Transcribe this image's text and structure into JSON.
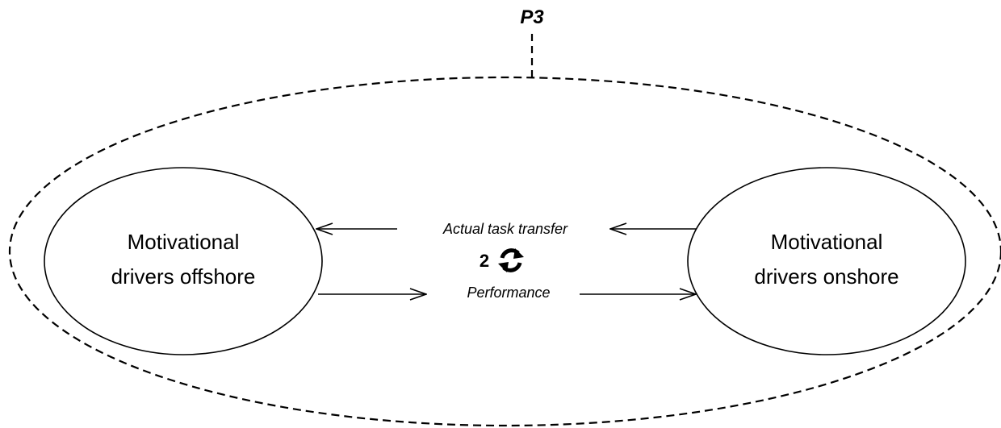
{
  "diagram": {
    "title": "P3",
    "left_node": {
      "line1": "Motivational",
      "line2": "drivers offshore"
    },
    "right_node": {
      "line1": "Motivational",
      "line2": "drivers onshore"
    },
    "edges": {
      "top": "Actual task transfer",
      "bottom": "Performance"
    },
    "cycle_number": "2",
    "icons": {
      "cycle": "refresh-cycle-icon"
    },
    "colors": {
      "stroke": "#000000",
      "background": "#ffffff"
    }
  }
}
